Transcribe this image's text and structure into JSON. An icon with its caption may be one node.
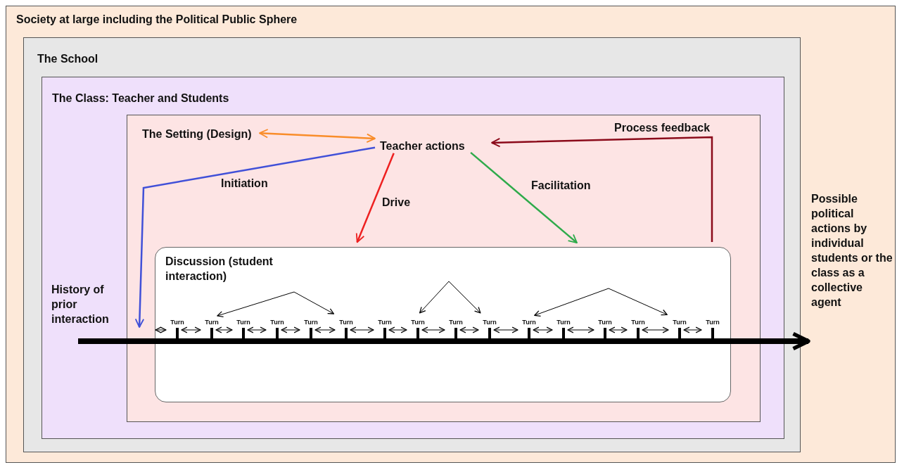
{
  "diagram": {
    "nodes": [
      {
        "text": [
          "Society at large including the Political Public Sphere"
        ]
      },
      {
        "text": [
          "The School"
        ],
        "in": 0
      },
      {
        "text": [
          "The Class: Teacher and Students"
        ],
        "in": 1
      },
      {
        "text": [
          "The Setting (Design)"
        ],
        "in": 2
      },
      {
        "text": [
          "Teacher actions"
        ],
        "in": 3
      },
      {
        "text": [
          "Discussion (student interaction)"
        ],
        "in": 3
      },
      {
        "text": [
          "Turn"
        ],
        "in": 5
      },
      {
        "text": [
          "Turn"
        ],
        "in": 5
      },
      {
        "text": [
          "Turn"
        ],
        "in": 5
      },
      {
        "text": [
          "Turn"
        ],
        "in": 5
      },
      {
        "text": [
          "Turn"
        ],
        "in": 5
      },
      {
        "text": [
          "Turn"
        ],
        "in": 5
      },
      {
        "text": [
          "Turn"
        ],
        "in": 5
      },
      {
        "text": [
          "Turn"
        ],
        "in": 5
      },
      {
        "text": [
          "Turn"
        ],
        "in": 5
      },
      {
        "text": [
          "Turn"
        ],
        "in": 5
      },
      {
        "text": [
          "Turn"
        ],
        "in": 5
      },
      {
        "text": [
          "Turn"
        ],
        "in": 5
      },
      {
        "text": [
          "Turn"
        ],
        "in": 5
      },
      {
        "text": [
          "Turn"
        ],
        "in": 5
      },
      {
        "text": [
          "Turn"
        ],
        "in": 5
      },
      {
        "text": [
          "Turn"
        ],
        "in": 5
      },
      {
        "text": [
          "History of prior interaction"
        ],
        "in": 2
      },
      {
        "text": [
          "Possible political actions by individual students or the class as a collective agent"
        ],
        "in": 0
      }
    ],
    "edges": [
      {
        "from": 3,
        "to": 4,
        "arrow": "both",
        "color": "#f98d2a"
      },
      {
        "from": 4,
        "to": 5,
        "arrow": "to",
        "label": "Initiation",
        "color": "#4050d8"
      },
      {
        "from": 4,
        "to": 5,
        "arrow": "to",
        "label": "Drive",
        "color": "#ee2020"
      },
      {
        "from": 4,
        "to": 5,
        "arrow": "to",
        "label": "Facilitation",
        "color": "#2eaa4a"
      },
      {
        "from": 5,
        "to": 4,
        "arrow": "to",
        "label": "Process feedback",
        "color": "#8b0a1a"
      },
      {
        "from": 22,
        "to": 23,
        "arrow": "to",
        "style": "thick"
      },
      {
        "from": 7,
        "to": 11,
        "arrow": "both"
      },
      {
        "from": 13,
        "to": 15,
        "arrow": "both"
      },
      {
        "from": 16,
        "to": 20,
        "arrow": "both"
      },
      {
        "from": null,
        "to": 6,
        "arrow": "both"
      },
      {
        "from": 6,
        "to": 7,
        "arrow": "both"
      },
      {
        "from": 7,
        "to": 8,
        "arrow": "both"
      },
      {
        "from": 8,
        "to": 9,
        "arrow": "both"
      },
      {
        "from": 9,
        "to": 10,
        "arrow": "both"
      },
      {
        "from": 10,
        "to": 11,
        "arrow": "both"
      },
      {
        "from": 11,
        "to": 12,
        "arrow": "both"
      },
      {
        "from": 12,
        "to": 13,
        "arrow": "both"
      },
      {
        "from": 13,
        "to": 14,
        "arrow": "both"
      },
      {
        "from": 14,
        "to": 15,
        "arrow": "both"
      },
      {
        "from": 15,
        "to": 16,
        "arrow": "both"
      },
      {
        "from": 16,
        "to": 17,
        "arrow": "both"
      },
      {
        "from": 17,
        "to": 18,
        "arrow": "both"
      },
      {
        "from": 18,
        "to": 19,
        "arrow": "both"
      },
      {
        "from": 19,
        "to": 20,
        "arrow": "both"
      },
      {
        "from": 20,
        "to": 21,
        "arrow": "both"
      }
    ]
  }
}
